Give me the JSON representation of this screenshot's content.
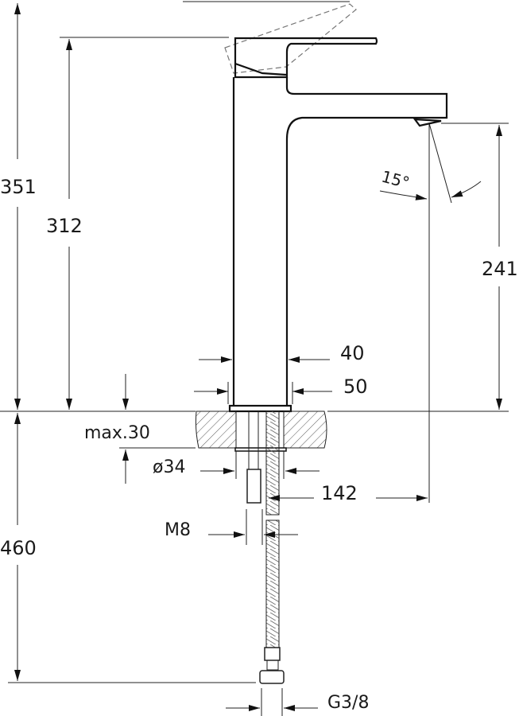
{
  "dimensions": {
    "total_height": "351",
    "lever_height": "312",
    "spout_height": "241",
    "lever_angle": "15°",
    "body_width": "40",
    "base_width": "50",
    "max_counter_thickness": "max.30",
    "hole_diameter": "ø34",
    "spout_reach": "142",
    "rod_thread": "M8",
    "hose_length": "460",
    "hose_connection": "G3/8"
  },
  "colors": {
    "line": "#111111",
    "hidden": "#777777"
  }
}
